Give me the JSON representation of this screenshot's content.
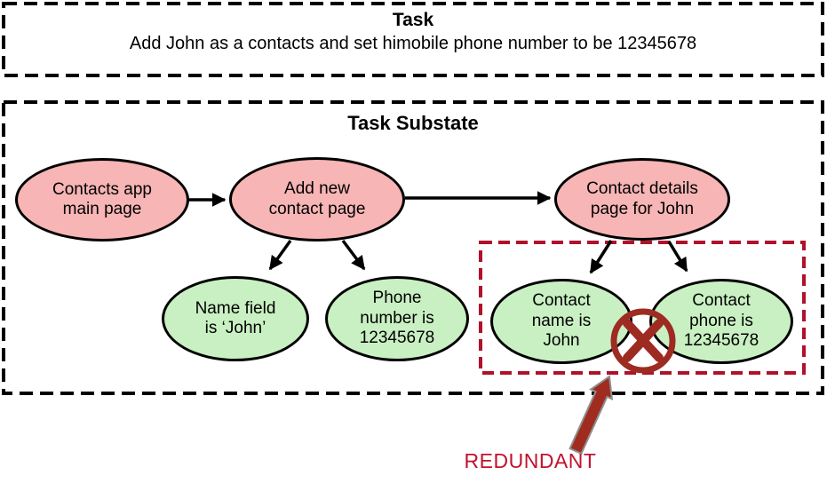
{
  "task_box": {
    "title": "Task",
    "description": "Add John as a contacts and set himobile phone number to be 12345678"
  },
  "substate_box": {
    "title": "Task Substate"
  },
  "nodes": {
    "contacts_main": {
      "label": "Contacts app\nmain page",
      "type": "page"
    },
    "add_contact": {
      "label": "Add new\ncontact page",
      "type": "page"
    },
    "contact_details": {
      "label": "Contact details\npage for John",
      "type": "page"
    },
    "name_field": {
      "label": "Name field\nis ‘John’",
      "type": "state"
    },
    "phone_number": {
      "label": "Phone\nnumber is\n12345678",
      "type": "state"
    },
    "contact_name": {
      "label": "Contact\nname is\nJohn",
      "type": "state"
    },
    "contact_phone": {
      "label": "Contact\nphone is\n12345678",
      "type": "state"
    }
  },
  "edges": [
    {
      "from": "contacts_main",
      "to": "add_contact"
    },
    {
      "from": "add_contact",
      "to": "contact_details"
    },
    {
      "from": "add_contact",
      "to": "name_field"
    },
    {
      "from": "add_contact",
      "to": "phone_number"
    },
    {
      "from": "contact_details",
      "to": "contact_name"
    },
    {
      "from": "contact_details",
      "to": "contact_phone"
    }
  ],
  "annotation": {
    "label": "REDUNDANT",
    "icon": "x-in-circle-icon",
    "marks_nodes": [
      "contact_name",
      "contact_phone"
    ]
  },
  "colors": {
    "page_node": "#f7b5b5",
    "state_node": "#c9f0c2",
    "node_border": "#000000",
    "arrow": "#000000",
    "redundant_box": "#b0112b",
    "redundant_text": "#c1122f",
    "cross": "#9e2b22",
    "redundant_arrow_fill": "#a02c20",
    "redundant_arrow_outline": "#8f8f8f"
  }
}
